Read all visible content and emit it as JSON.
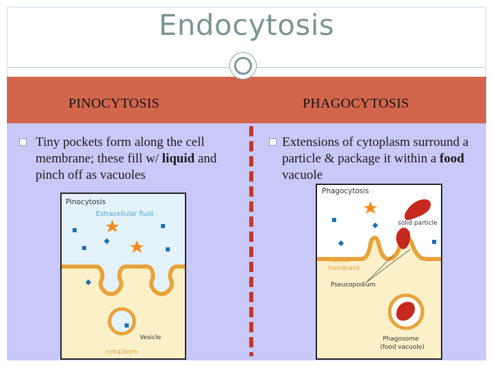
{
  "title": "Endocytosis",
  "columns": [
    {
      "heading": "PINOCYTOSIS",
      "bullet_parts": [
        "Tiny pockets form along the cell membrane; these fill w/ ",
        "liquid",
        " and pinch off as vacuoles"
      ],
      "figure": {
        "title": "Pinocytosis",
        "labels": {
          "fluid": "Extracellular fluid",
          "vesicle": "Vesicle",
          "cytoplasm": "cytoplasm"
        }
      }
    },
    {
      "heading": "PHAGOCYTOSIS",
      "bullet_parts": [
        "Extensions of cytoplasm surround a particle & package it within a ",
        "food",
        " vacuole"
      ],
      "figure": {
        "title": "Phagocytosis",
        "labels": {
          "particle": "solid particle",
          "plasma": "Plasma",
          "membrane": "membrane",
          "pseudopodium": "Pseucopodium",
          "phagosome": "Phagosome",
          "food_vacuole": "(food vacuole)"
        }
      }
    }
  ],
  "colors": {
    "title": "#7a9594",
    "banner": "#d2664c",
    "content_bg": "#c9c9f9",
    "divider": "#c0392b",
    "membrane": "#e8a23a",
    "cytoplasm": "#fbf0c8",
    "fluid": "#e4f3fb",
    "particle": "#c6281f",
    "star": "#f28c1c",
    "dot": "#1b6fb5"
  }
}
